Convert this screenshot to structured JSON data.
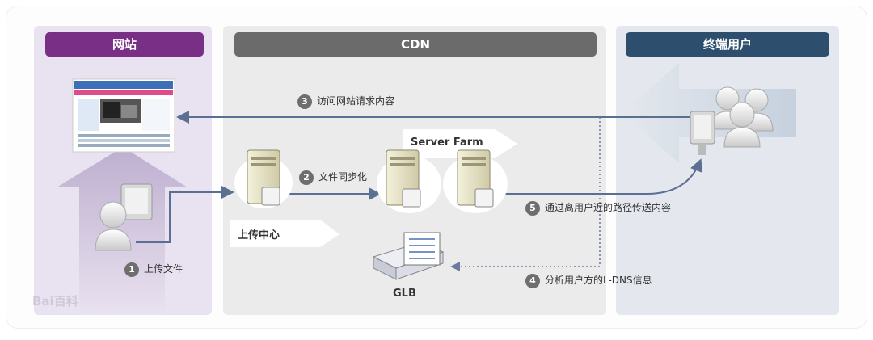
{
  "headers": {
    "website": "网站",
    "cdn": "CDN",
    "end_user": "终端用户"
  },
  "steps": [
    {
      "num": "1",
      "text": "上传文件"
    },
    {
      "num": "2",
      "text": "文件同步化"
    },
    {
      "num": "3",
      "text": "访问网站请求内容"
    },
    {
      "num": "4",
      "text": "分析用户方的L-DNS信息"
    },
    {
      "num": "5",
      "text": "通过离用户近的路径传送内容"
    }
  ],
  "nodes": {
    "server_farm": "Server Farm",
    "upload_center": "上传中心",
    "glb": "GLB"
  },
  "watermark": "Bai百科",
  "colors": {
    "website_header": "#7a2f86",
    "cdn_header": "#6b6b6b",
    "user_header": "#2e4e6e",
    "arrow": "#5a6f92"
  }
}
